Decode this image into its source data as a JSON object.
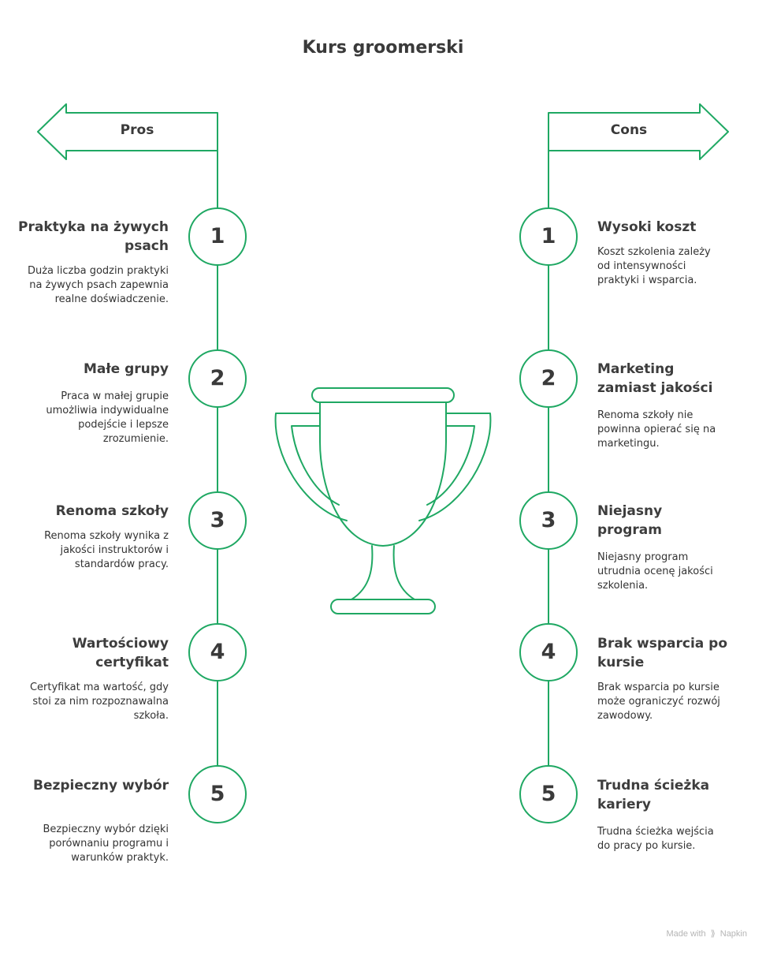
{
  "title": "Kurs groomerski",
  "accent_color": "#1fa863",
  "pros": {
    "label": "Pros",
    "items": [
      {
        "number": "1",
        "title": "Praktyka na żywych psach",
        "description": "Duża liczba godzin praktyki na żywych psach zapewnia realne doświadczenie."
      },
      {
        "number": "2",
        "title": "Małe grupy",
        "description": "Praca w małej grupie umożliwia indywidualne podejście i lepsze zrozumienie."
      },
      {
        "number": "3",
        "title": "Renoma szkoły",
        "description": "Renoma szkoły wynika z jakości instruktorów i standardów pracy."
      },
      {
        "number": "4",
        "title": "Wartościowy certyfikat",
        "description": "Certyfikat ma wartość, gdy stoi za nim rozpoznawalna szkoła."
      },
      {
        "number": "5",
        "title": "Bezpieczny wybór",
        "description": "Bezpieczny wybór dzięki porównaniu programu i warunków praktyk."
      }
    ]
  },
  "cons": {
    "label": "Cons",
    "items": [
      {
        "number": "1",
        "title": "Wysoki koszt",
        "description": "Koszt szkolenia zależy od intensywności praktyki i wsparcia."
      },
      {
        "number": "2",
        "title": "Marketing zamiast jakości",
        "description": "Renoma szkoły nie powinna opierać się na marketingu."
      },
      {
        "number": "3",
        "title": "Niejasny program",
        "description": "Niejasny program utrudnia ocenę jakości szkolenia."
      },
      {
        "number": "4",
        "title": "Brak wsparcia po kursie",
        "description": "Brak wsparcia po kursie może ograniczyć rozwój zawodowy."
      },
      {
        "number": "5",
        "title": "Trudna ścieżka kariery",
        "description": "Trudna ścieżka wejścia do pracy po kursie."
      }
    ]
  },
  "center_icon": "trophy-icon",
  "footer": {
    "text": "Made with",
    "brand": "Napkin",
    "brand_icon": "napkin-logo-icon"
  }
}
